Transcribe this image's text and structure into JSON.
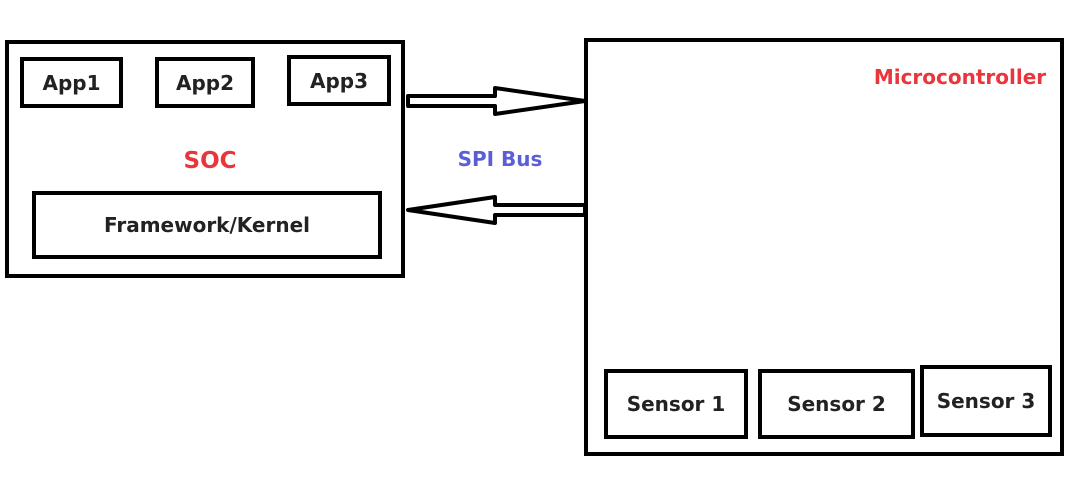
{
  "soc": {
    "label": "SOC",
    "apps": [
      "App1",
      "App2",
      "App3"
    ],
    "framework": "Framework/Kernel"
  },
  "bus": {
    "label": "SPI Bus"
  },
  "mcu": {
    "label": "Microcontroller",
    "sensors": [
      "Sensor 1",
      "Sensor 2",
      "Sensor 3"
    ]
  },
  "colors": {
    "soc_label": "#e8363c",
    "mcu_label": "#e8363c",
    "bus_label": "#5a5fd8",
    "stroke": "#000000"
  }
}
